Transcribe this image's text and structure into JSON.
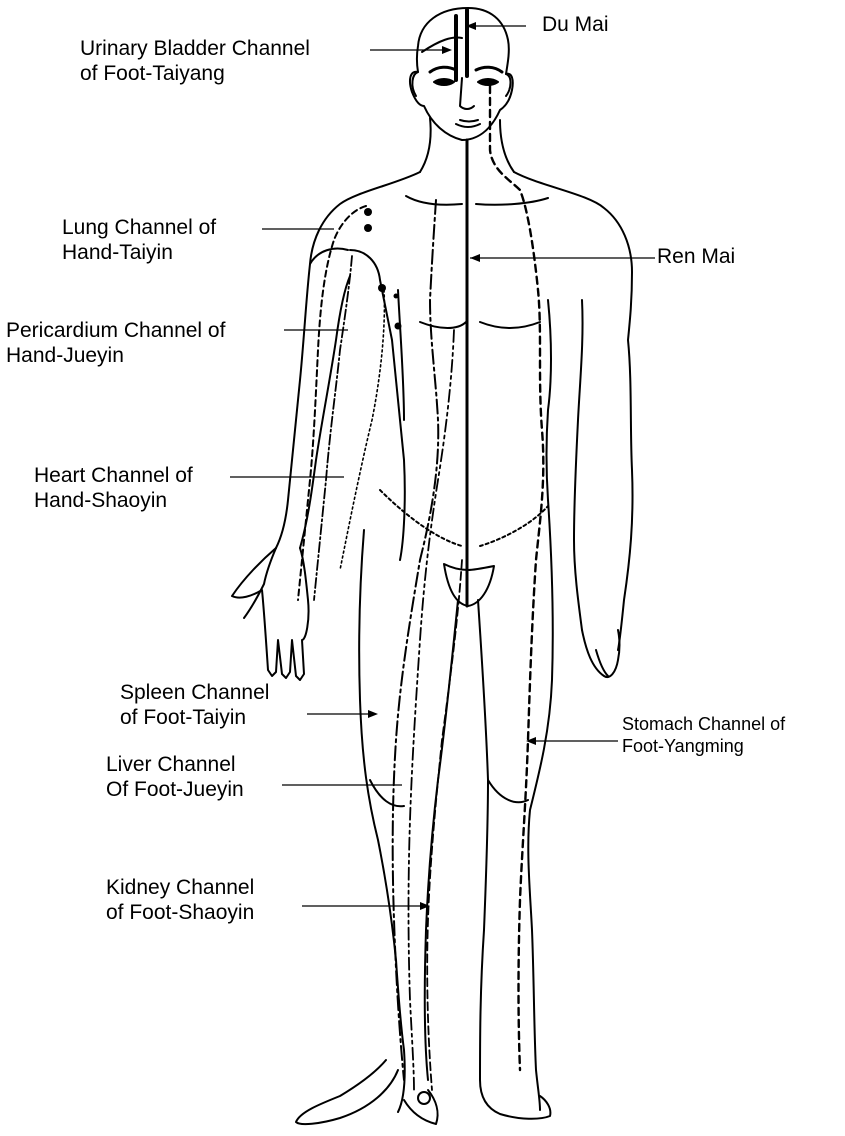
{
  "labels": {
    "du_mai": "Du Mai",
    "urinary_bladder": [
      "Urinary Bladder Channel",
      "of Foot-Taiyang"
    ],
    "lung": [
      "Lung Channel of",
      "Hand-Taiyin"
    ],
    "ren_mai": "Ren Mai",
    "pericardium": [
      "Pericardium Channel of",
      "Hand-Jueyin"
    ],
    "heart": [
      "Heart Channel of",
      "Hand-Shaoyin"
    ],
    "spleen": [
      "Spleen Channel",
      "of Foot-Taiyin"
    ],
    "stomach": [
      "Stomach Channel of",
      "Foot-Yangming"
    ],
    "liver": [
      "Liver Channel",
      "Of Foot-Jueyin"
    ],
    "kidney": [
      "Kidney Channel",
      "of Foot-Shaoyin"
    ]
  },
  "colors": {
    "ink": "#000000",
    "background": "#ffffff"
  }
}
